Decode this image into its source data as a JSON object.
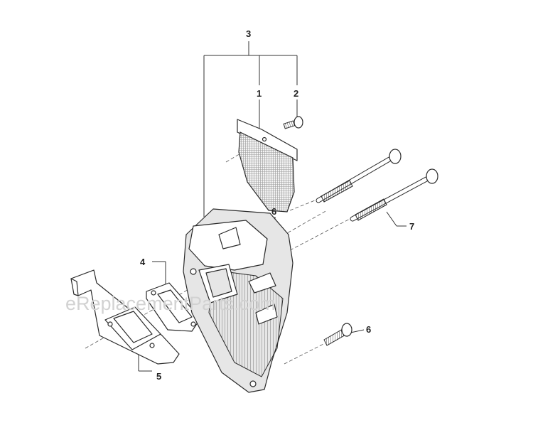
{
  "watermark": "eReplacementParts.com",
  "callouts": {
    "c1": "1",
    "c2": "2",
    "c3": "3",
    "c4": "4",
    "c5": "5",
    "c6a": "6",
    "c6b": "6",
    "c7": "7"
  }
}
